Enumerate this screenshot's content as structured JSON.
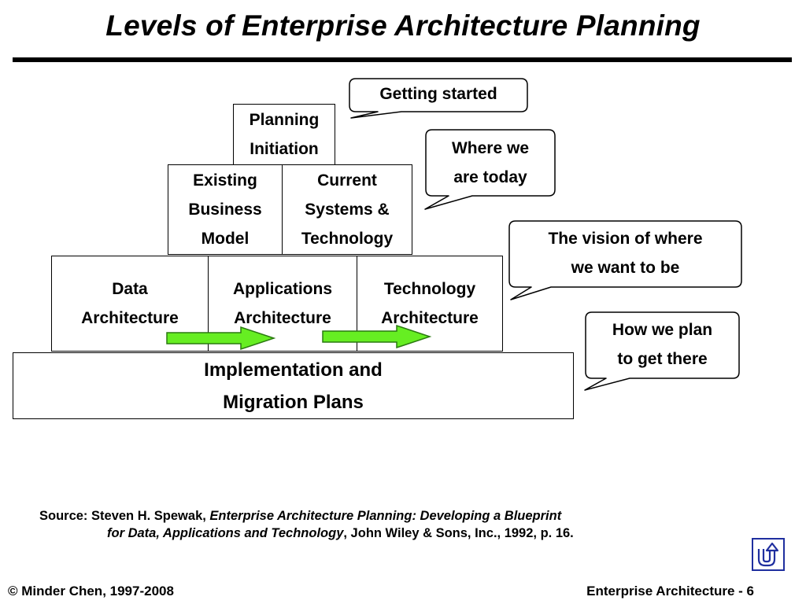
{
  "title": "Levels of Enterprise Architecture Planning",
  "pyramid": {
    "planning_initiation": "Planning\nInitiation",
    "existing_business_model": "Existing\nBusiness\nModel",
    "current_systems_technology": "Current\nSystems &\nTechnology",
    "data_architecture": "Data\nArchitecture",
    "applications_architecture": "Applications\nArchitecture",
    "technology_architecture": "Technology\nArchitecture",
    "implementation_migration": "Implementation and\nMigration Plans"
  },
  "callouts": {
    "getting_started": "Getting started",
    "where_we_are_today": "Where we\nare today",
    "vision": "The vision of where\nwe want to be",
    "how_we_plan": "How we plan\nto get there"
  },
  "source": {
    "prefix": "Source: Steven H. Spewak, ",
    "book_title_part1": "Enterprise Architecture Planning: Developing a Blueprint",
    "book_title_part2": "for Data, Applications and Technology",
    "suffix": ", John Wiley & Sons, Inc., 1992, p. 16."
  },
  "footer": {
    "copyright": "© Minder Chen, 1997-2008",
    "page_label": "Enterprise Architecture - 6"
  },
  "colors": {
    "arrow_fill": "#66ee22",
    "arrow_stroke": "#2a7a10",
    "nav_button": "#1f2f9f"
  },
  "icons": {
    "nav": "return-arrow-icon"
  }
}
